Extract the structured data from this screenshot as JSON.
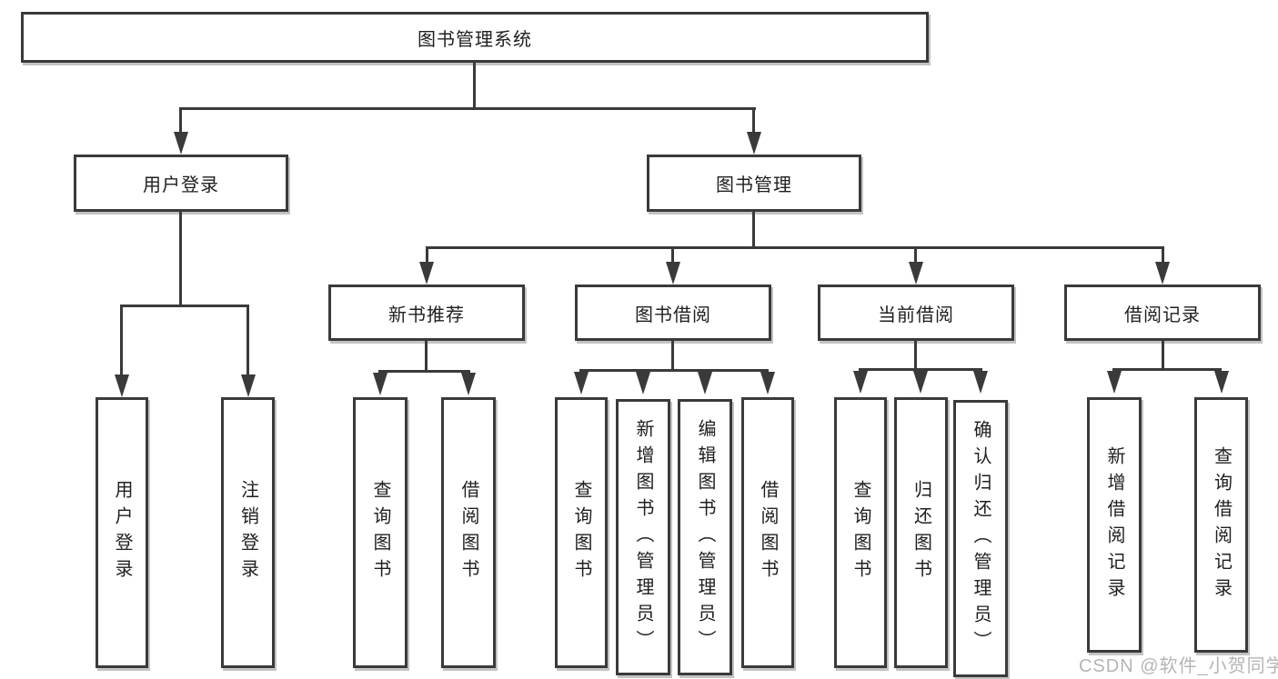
{
  "diagram": {
    "type": "hierarchy-tree",
    "title": "图书管理系统",
    "root": {
      "label": "图书管理系统",
      "children": [
        {
          "label": "用户登录",
          "children": [
            {
              "label": "用户登录"
            },
            {
              "label": "注销登录"
            }
          ]
        },
        {
          "label": "图书管理",
          "children": [
            {
              "label": "新书推荐",
              "children": [
                {
                  "label": "查询图书"
                },
                {
                  "label": "借阅图书"
                }
              ]
            },
            {
              "label": "图书借阅",
              "children": [
                {
                  "label": "查询图书"
                },
                {
                  "label": "新增图书（管理员）"
                },
                {
                  "label": "编辑图书（管理员）"
                },
                {
                  "label": "借阅图书"
                }
              ]
            },
            {
              "label": "当前借阅",
              "children": [
                {
                  "label": "查询图书"
                },
                {
                  "label": "归还图书"
                },
                {
                  "label": "确认归还（管理员）"
                }
              ]
            },
            {
              "label": "借阅记录",
              "children": [
                {
                  "label": "新增借阅记录"
                },
                {
                  "label": "查询借阅记录"
                }
              ]
            }
          ]
        }
      ]
    }
  },
  "watermark": "CSDN @软件_小贺同学",
  "colors": {
    "line": "#3a3a3a",
    "text": "#1f1f1f",
    "box_background": "#ffffff",
    "box_shadow": "#c3c3c3",
    "watermark": "#b5b5b5",
    "background": "#ffffff"
  }
}
